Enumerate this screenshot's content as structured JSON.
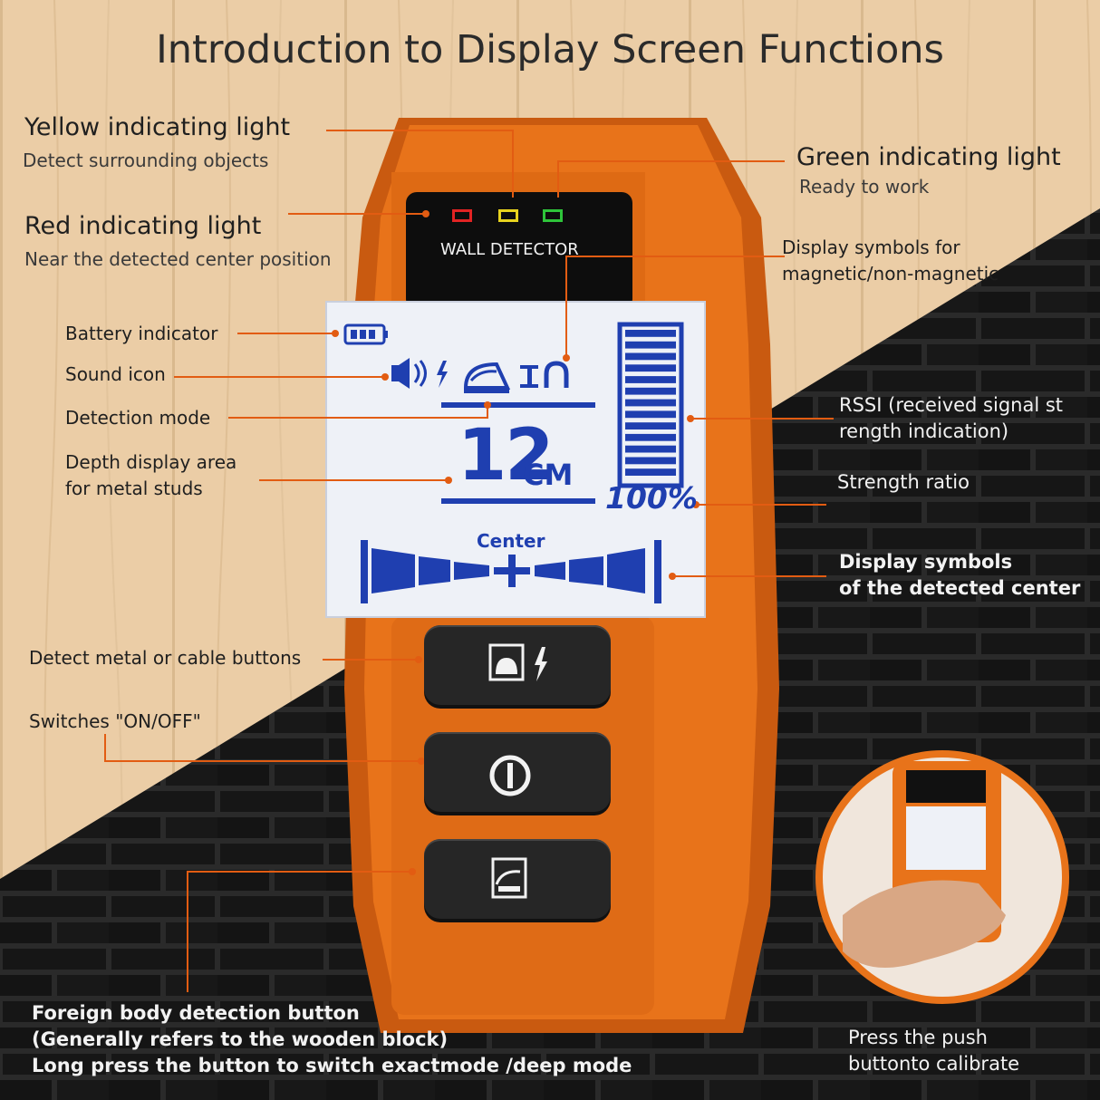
{
  "title": "Introduction to Display Screen Functions",
  "device": {
    "label": "WALL DETECTOR",
    "leds": [
      "red-led",
      "yellow-led",
      "green-led"
    ],
    "lcd": {
      "depth_value": "12",
      "depth_unit": "CM",
      "strength_percent": "100%",
      "center_label": "Center",
      "signal_bars": 13
    },
    "buttons": [
      "metal-cable-detect-button",
      "power-button",
      "wood-detect-button"
    ]
  },
  "callouts": {
    "yellow_light": {
      "title": "Yellow indicating light",
      "desc": "Detect surrounding objects"
    },
    "red_light": {
      "title": "Red indicating light",
      "desc": "Near the detected center position"
    },
    "green_light": {
      "title": "Green indicating light",
      "desc": "Ready to work"
    },
    "magnetic": {
      "line1": "Display symbols for",
      "line2": "magnetic/non-magnetic"
    },
    "battery": "Battery indicator",
    "sound": "Sound icon",
    "detection_mode": "Detection mode",
    "depth_area": {
      "line1": "Depth display area",
      "line2": "for metal studs"
    },
    "rssi": {
      "line1": "RSSI (received signal st",
      "line2": "rength indication)"
    },
    "strength_ratio": "Strength ratio",
    "center_symbols": {
      "line1": "Display symbols",
      "line2": "of the detected center"
    },
    "metal_cable_buttons": "Detect metal or cable buttons",
    "switches": "Switches \"ON/OFF\"",
    "foreign_body": {
      "line1": "Foreign body detection button",
      "line2": "(Generally refers to the wooden block)",
      "line3": "Long press the button to switch exactmode /deep mode"
    },
    "calibrate": {
      "line1": "Press the push",
      "line2": "buttonto calibrate"
    }
  },
  "colors": {
    "orange": "#e8731a",
    "lcd_blue": "#1f3fb0",
    "wood": "#e9c9a0",
    "brick": "#1b1b1b",
    "leader": "#e25c12"
  }
}
